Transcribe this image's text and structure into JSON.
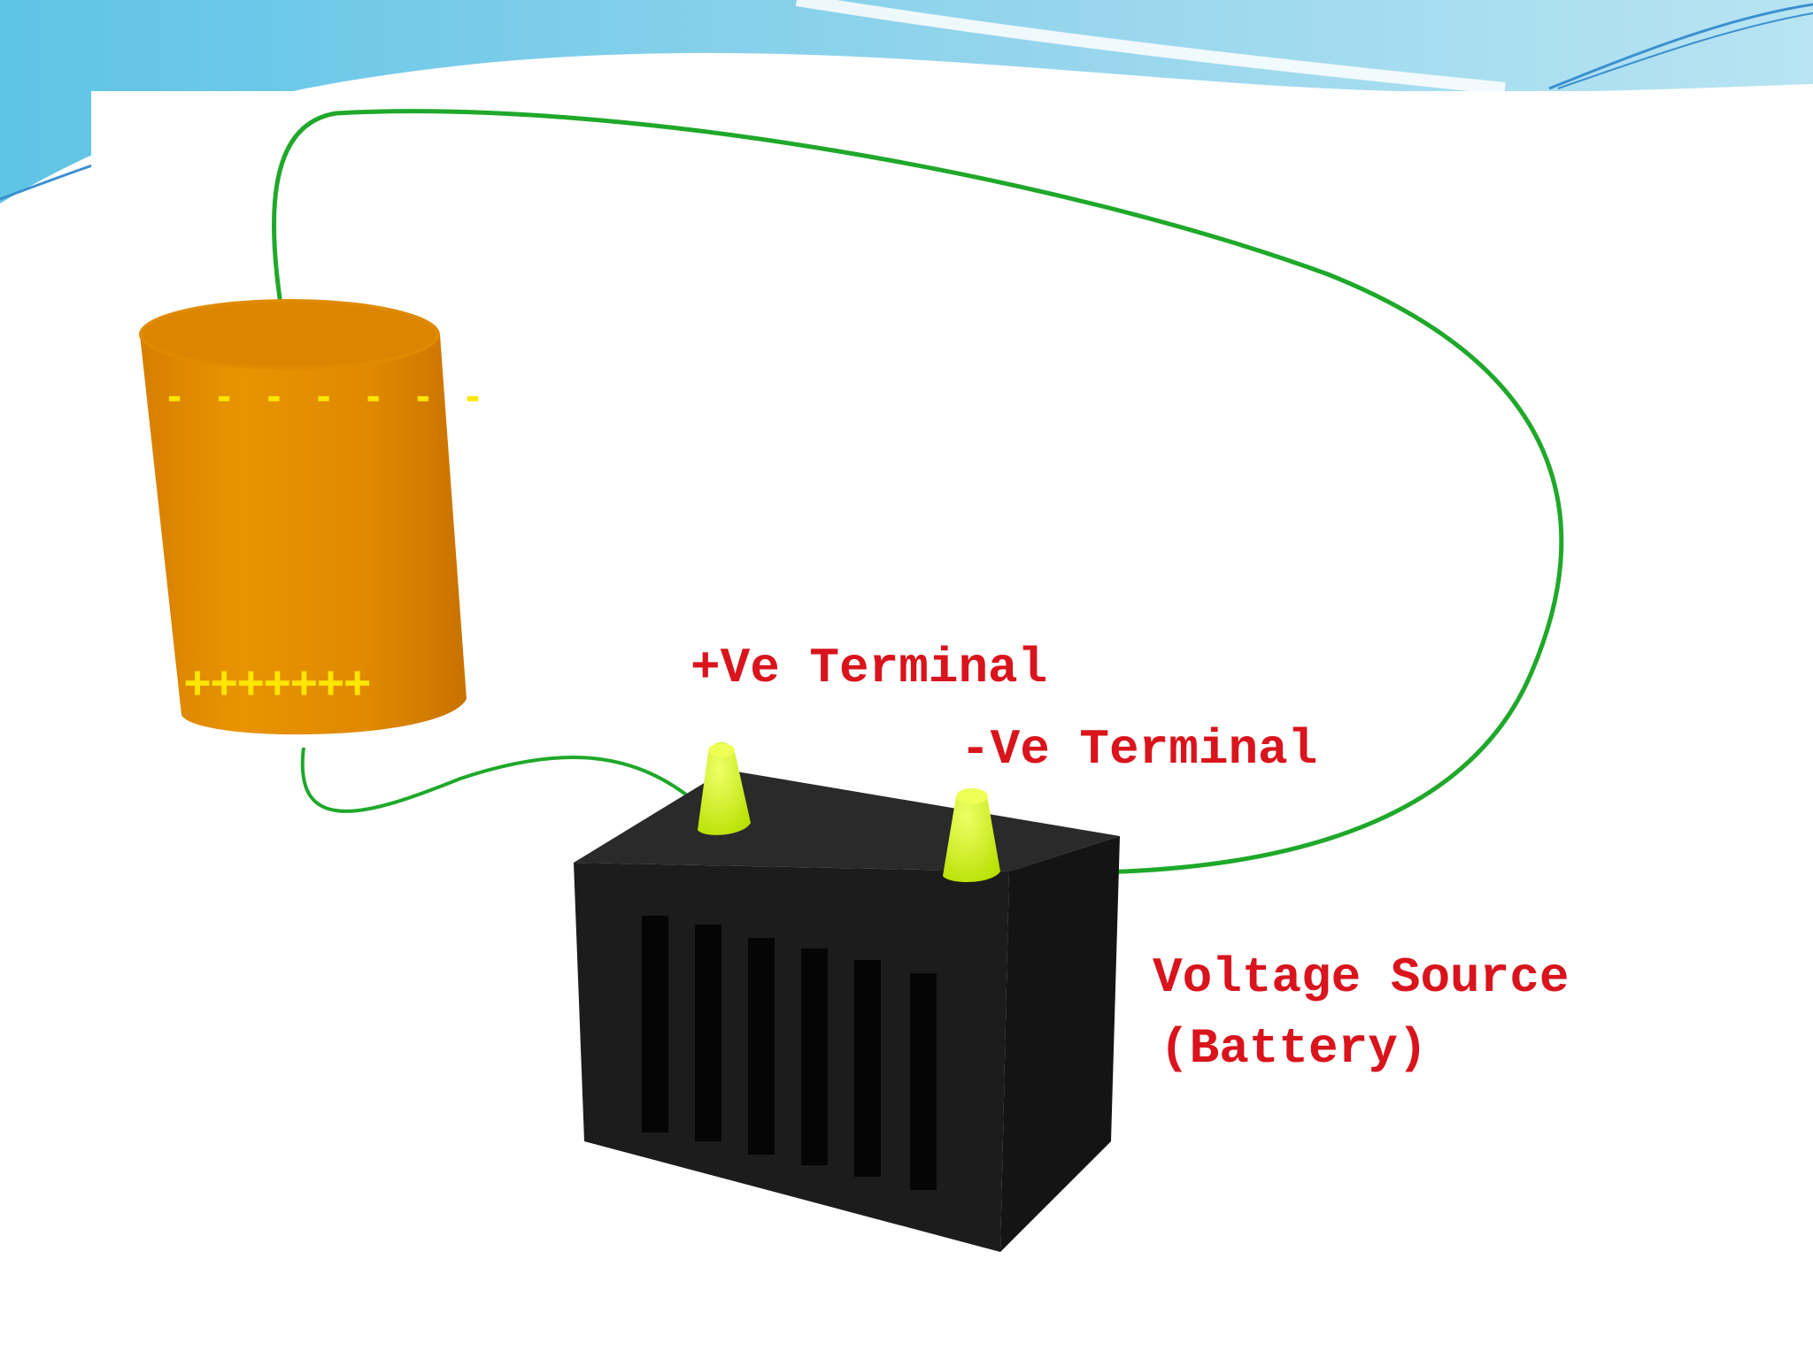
{
  "capacitor": {
    "negative_charge_marks": "- - - - - - -",
    "positive_charge_marks": "+++++++"
  },
  "labels": {
    "positive_terminal": "+Ve Terminal",
    "negative_terminal": "-Ve Terminal",
    "voltage_source_line1": "Voltage Source",
    "voltage_source_line2": "(Battery)"
  },
  "colors": {
    "header_blue": "#7ec8e3",
    "capacitor": "#e08a00",
    "battery": "#1e1e1e",
    "terminal": "#d4ff00",
    "wire": "#1fa82a",
    "label_text": "#d9141c",
    "charge_marks": "#ffe600"
  }
}
